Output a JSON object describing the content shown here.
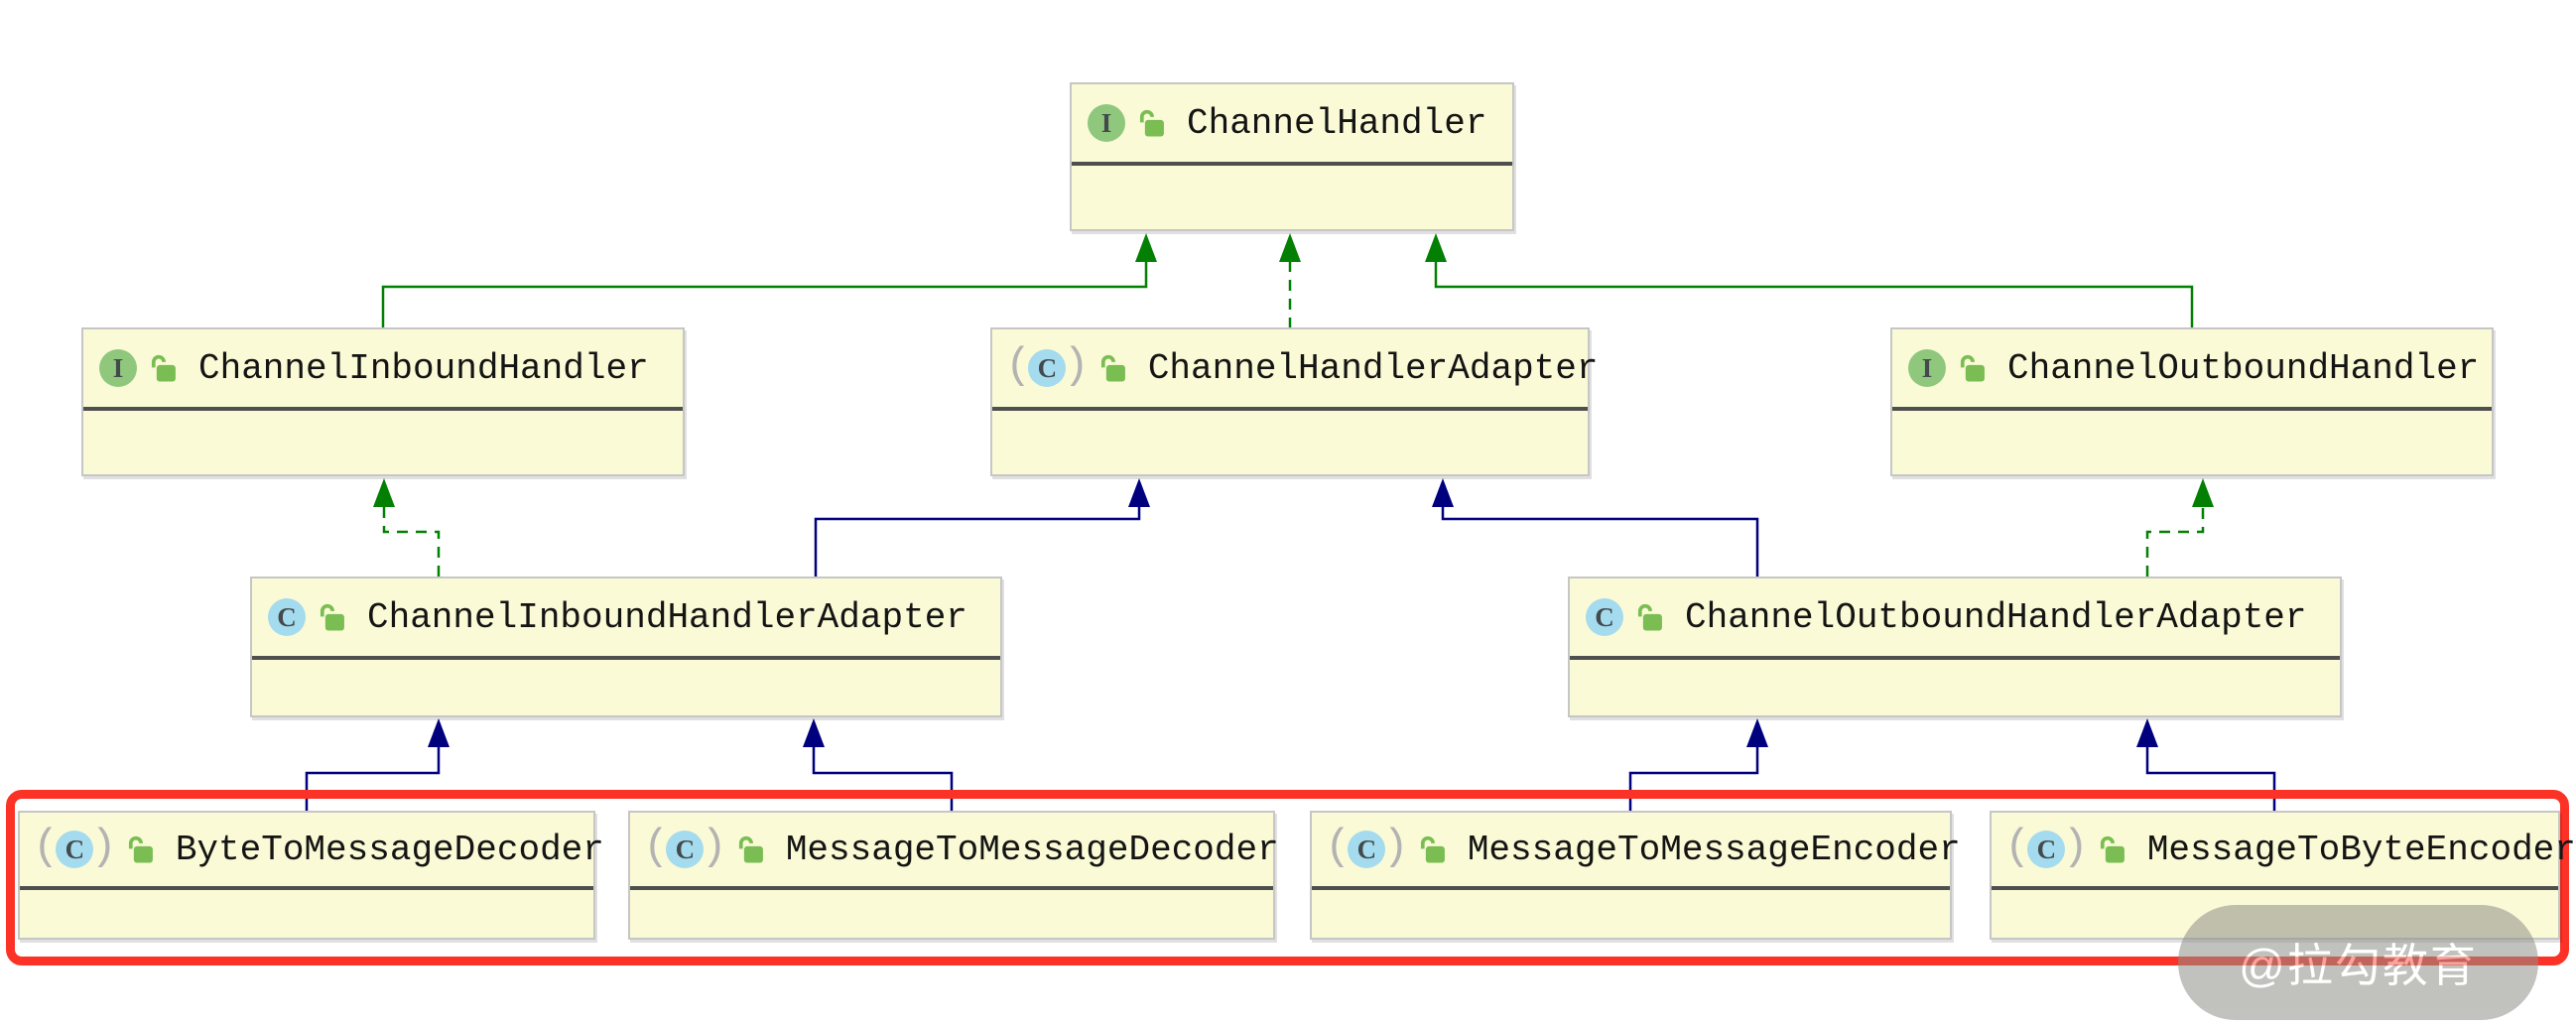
{
  "diagram": {
    "title": "Netty ChannelHandler class hierarchy",
    "nodes": [
      {
        "id": "channel-handler",
        "name": "ChannelHandler",
        "kind": "interface",
        "visibility": "public"
      },
      {
        "id": "channel-inbound-handler",
        "name": "ChannelInboundHandler",
        "kind": "interface",
        "visibility": "public"
      },
      {
        "id": "channel-handler-adapter",
        "name": "ChannelHandlerAdapter",
        "kind": "abstract-class",
        "visibility": "public"
      },
      {
        "id": "channel-outbound-handler",
        "name": "ChannelOutboundHandler",
        "kind": "interface",
        "visibility": "public"
      },
      {
        "id": "channel-inbound-handler-adapter",
        "name": "ChannelInboundHandlerAdapter",
        "kind": "class",
        "visibility": "public"
      },
      {
        "id": "channel-outbound-handler-adapter",
        "name": "ChannelOutboundHandlerAdapter",
        "kind": "class",
        "visibility": "public"
      },
      {
        "id": "byte-to-message-decoder",
        "name": "ByteToMessageDecoder",
        "kind": "abstract-class",
        "visibility": "public"
      },
      {
        "id": "message-to-message-decoder",
        "name": "MessageToMessageDecoder",
        "kind": "abstract-class",
        "visibility": "public"
      },
      {
        "id": "message-to-message-encoder",
        "name": "MessageToMessageEncoder",
        "kind": "abstract-class",
        "visibility": "public"
      },
      {
        "id": "message-to-byte-encoder",
        "name": "MessageToByteEncoder",
        "kind": "abstract-class",
        "visibility": "public"
      }
    ],
    "edges": [
      {
        "from": "ChannelInboundHandler",
        "to": "ChannelHandler",
        "relation": "extends",
        "style": "solid-green"
      },
      {
        "from": "ChannelHandlerAdapter",
        "to": "ChannelHandler",
        "relation": "implements",
        "style": "dashed-green"
      },
      {
        "from": "ChannelOutboundHandler",
        "to": "ChannelHandler",
        "relation": "extends",
        "style": "solid-green"
      },
      {
        "from": "ChannelInboundHandlerAdapter",
        "to": "ChannelInboundHandler",
        "relation": "implements",
        "style": "dashed-green"
      },
      {
        "from": "ChannelInboundHandlerAdapter",
        "to": "ChannelHandlerAdapter",
        "relation": "extends",
        "style": "solid-navy"
      },
      {
        "from": "ChannelOutboundHandlerAdapter",
        "to": "ChannelHandlerAdapter",
        "relation": "extends",
        "style": "solid-navy"
      },
      {
        "from": "ChannelOutboundHandlerAdapter",
        "to": "ChannelOutboundHandler",
        "relation": "implements",
        "style": "dashed-green"
      },
      {
        "from": "ByteToMessageDecoder",
        "to": "ChannelInboundHandlerAdapter",
        "relation": "extends",
        "style": "solid-navy"
      },
      {
        "from": "MessageToMessageDecoder",
        "to": "ChannelInboundHandlerAdapter",
        "relation": "extends",
        "style": "solid-navy"
      },
      {
        "from": "MessageToMessageEncoder",
        "to": "ChannelOutboundHandlerAdapter",
        "relation": "extends",
        "style": "solid-navy"
      },
      {
        "from": "MessageToByteEncoder",
        "to": "ChannelOutboundHandlerAdapter",
        "relation": "extends",
        "style": "solid-navy"
      }
    ],
    "icons": {
      "interface_letter": "I",
      "class_letter": "C",
      "abstract_paren_open": "(",
      "abstract_paren_close": ")",
      "visibility_icon": "unlocked-padlock"
    },
    "highlight": {
      "shape": "red-rounded-rectangle",
      "around": [
        "ByteToMessageDecoder",
        "MessageToMessageDecoder",
        "MessageToMessageEncoder",
        "MessageToByteEncoder"
      ]
    }
  },
  "watermark": {
    "text": "@拉勾教育"
  },
  "colors": {
    "node_fill": "#FAFAD6",
    "node_border": "#C6C6C6",
    "separator": "#4F4F4F",
    "name_text": "#141414",
    "interface_icon_green": "#8FC87D",
    "class_icon_blue": "#A4DBEE",
    "icon_letter": "#44494B",
    "paren_gray": "#B3B3B3",
    "lock_green": "#79BD53",
    "inheritance_green": "#038003",
    "inheritance_navy": "#00007F",
    "highlight_red": "#FB3225",
    "watermark_bg": "#8F8F88",
    "watermark_text": "#FFFFFF"
  }
}
